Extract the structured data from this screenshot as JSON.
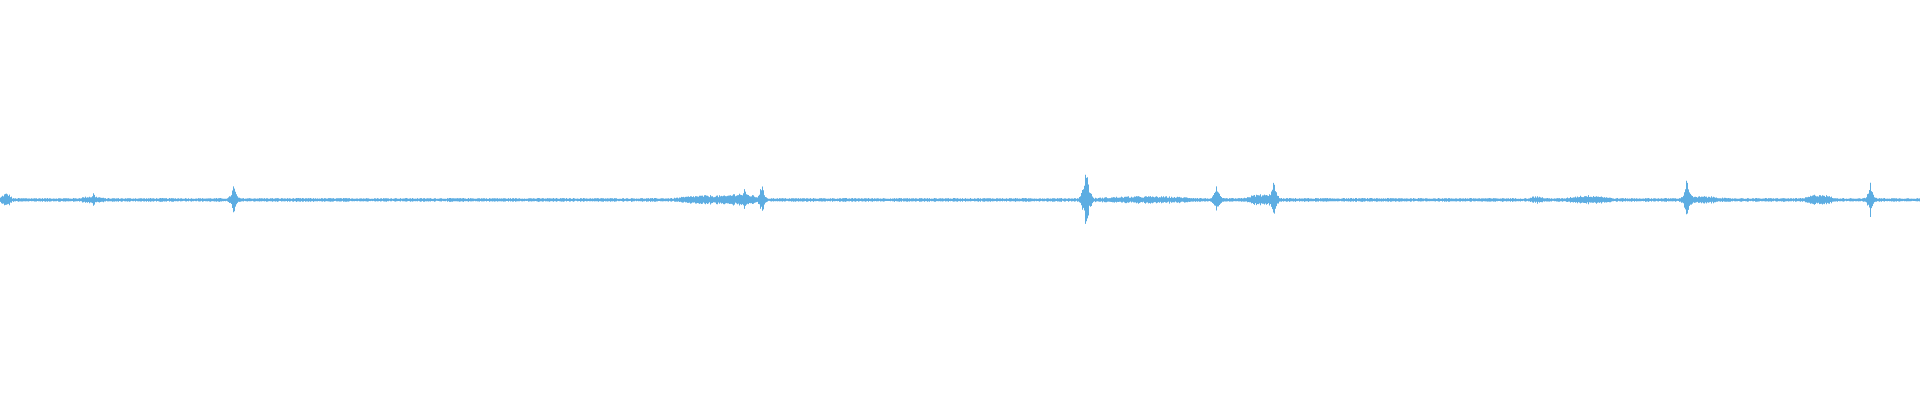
{
  "waveform": {
    "color": "#5dade2",
    "background": "#ffffff",
    "baseline_amplitude": 0.01,
    "noise_bands": [
      {
        "start": 0.0,
        "end": 0.006,
        "amplitude": 0.035
      },
      {
        "start": 0.04,
        "end": 0.055,
        "amplitude": 0.02
      },
      {
        "start": 0.35,
        "end": 0.39,
        "amplitude": 0.025
      },
      {
        "start": 0.375,
        "end": 0.395,
        "amplitude": 0.035
      },
      {
        "start": 0.565,
        "end": 0.63,
        "amplitude": 0.02
      },
      {
        "start": 0.648,
        "end": 0.665,
        "amplitude": 0.03
      },
      {
        "start": 0.795,
        "end": 0.805,
        "amplitude": 0.02
      },
      {
        "start": 0.815,
        "end": 0.84,
        "amplitude": 0.025
      },
      {
        "start": 0.875,
        "end": 0.9,
        "amplitude": 0.02
      },
      {
        "start": 0.94,
        "end": 0.955,
        "amplitude": 0.03
      }
    ],
    "peaks": [
      {
        "position": 0.0485,
        "amplitude": 0.04
      },
      {
        "position": 0.1215,
        "amplitude": 0.085
      },
      {
        "position": 0.3875,
        "amplitude": 0.06
      },
      {
        "position": 0.3965,
        "amplitude": 0.09
      },
      {
        "position": 0.5655,
        "amplitude": 0.2
      },
      {
        "position": 0.6335,
        "amplitude": 0.08
      },
      {
        "position": 0.663,
        "amplitude": 0.12
      },
      {
        "position": 0.8785,
        "amplitude": 0.13
      },
      {
        "position": 0.949,
        "amplitude": 0.04
      },
      {
        "position": 0.974,
        "amplitude": 0.09
      }
    ]
  }
}
